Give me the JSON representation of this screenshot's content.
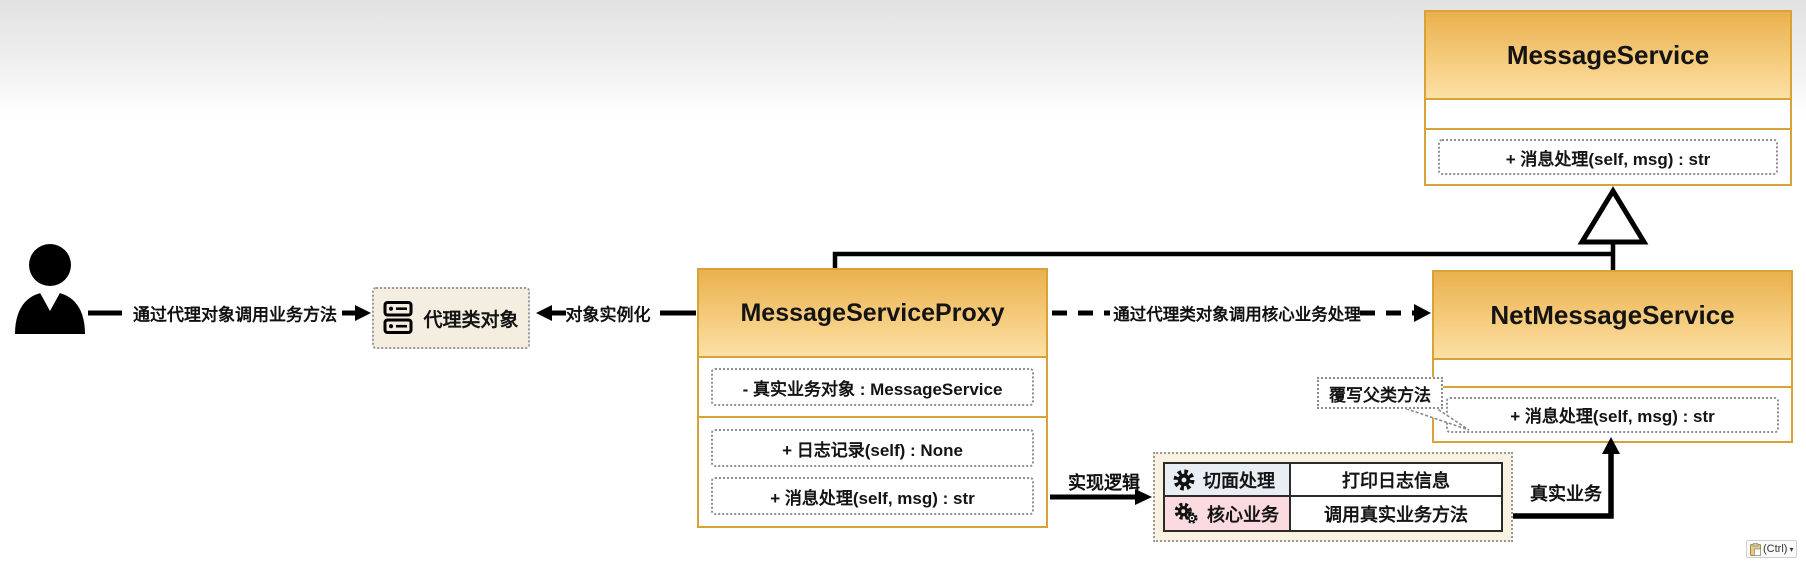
{
  "labels": {
    "call_via_proxy": "通过代理对象调用业务方法",
    "instantiate": "对象实例化",
    "call_core": "通过代理类对象调用核心业务处理",
    "impl_logic": "实现逻辑",
    "real_business": "真实业务",
    "override_note": "覆写父类方法"
  },
  "proxy_object": {
    "label": "代理类对象",
    "icon": "server-icon"
  },
  "classes": {
    "message_service": {
      "title": "MessageService",
      "attributes": [],
      "methods": [
        "+ 消息处理(self, msg) : str"
      ]
    },
    "proxy": {
      "title": "MessageServiceProxy",
      "attributes": [
        "- 真实业务对象 : MessageService"
      ],
      "methods": [
        "+ 日志记录(self) : None",
        "+ 消息处理(self, msg) : str"
      ]
    },
    "net_message_service": {
      "title": "NetMessageService",
      "attributes": [],
      "methods": [
        "+ 消息处理(self, msg) : str"
      ]
    }
  },
  "logic_table": {
    "rows": [
      {
        "icon": "gear-icon",
        "name": "切面处理",
        "desc": "打印日志信息"
      },
      {
        "icon": "gears-icon",
        "name": "核心业务",
        "desc": "调用真实业务方法"
      }
    ]
  },
  "paste_widget": {
    "label": "(Ctrl)",
    "arrow": "▾",
    "icon": "clipboard-icon"
  },
  "colors": {
    "class_border": "#d9a234",
    "header_gradient_top": "#eab14e",
    "header_gradient_bottom": "#fbe0a6",
    "aspect_row_bg": "#e9eef4",
    "core_row_bg": "#fcdbe0",
    "panel_bg": "#f9f2e0",
    "line_color": "#000000"
  }
}
